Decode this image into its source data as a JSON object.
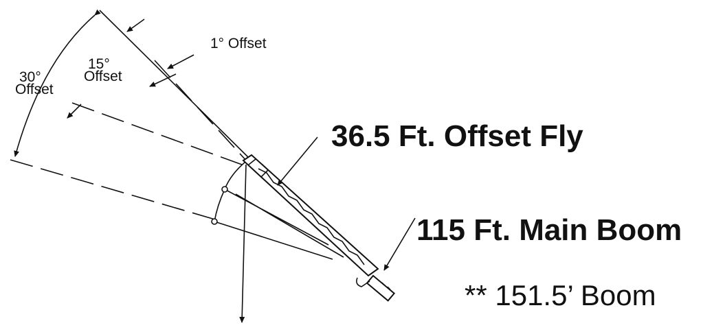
{
  "labels": {
    "offset_1": "1° Offset",
    "offset_15_deg": "15°",
    "offset_15_word": "Offset",
    "offset_30_deg": "30°",
    "offset_30_word": "Offset",
    "fly": "36.5 Ft. Offset  Fly",
    "main_boom": "115 Ft. Main Boom",
    "total_boom": "** 151.5’ Boom"
  }
}
